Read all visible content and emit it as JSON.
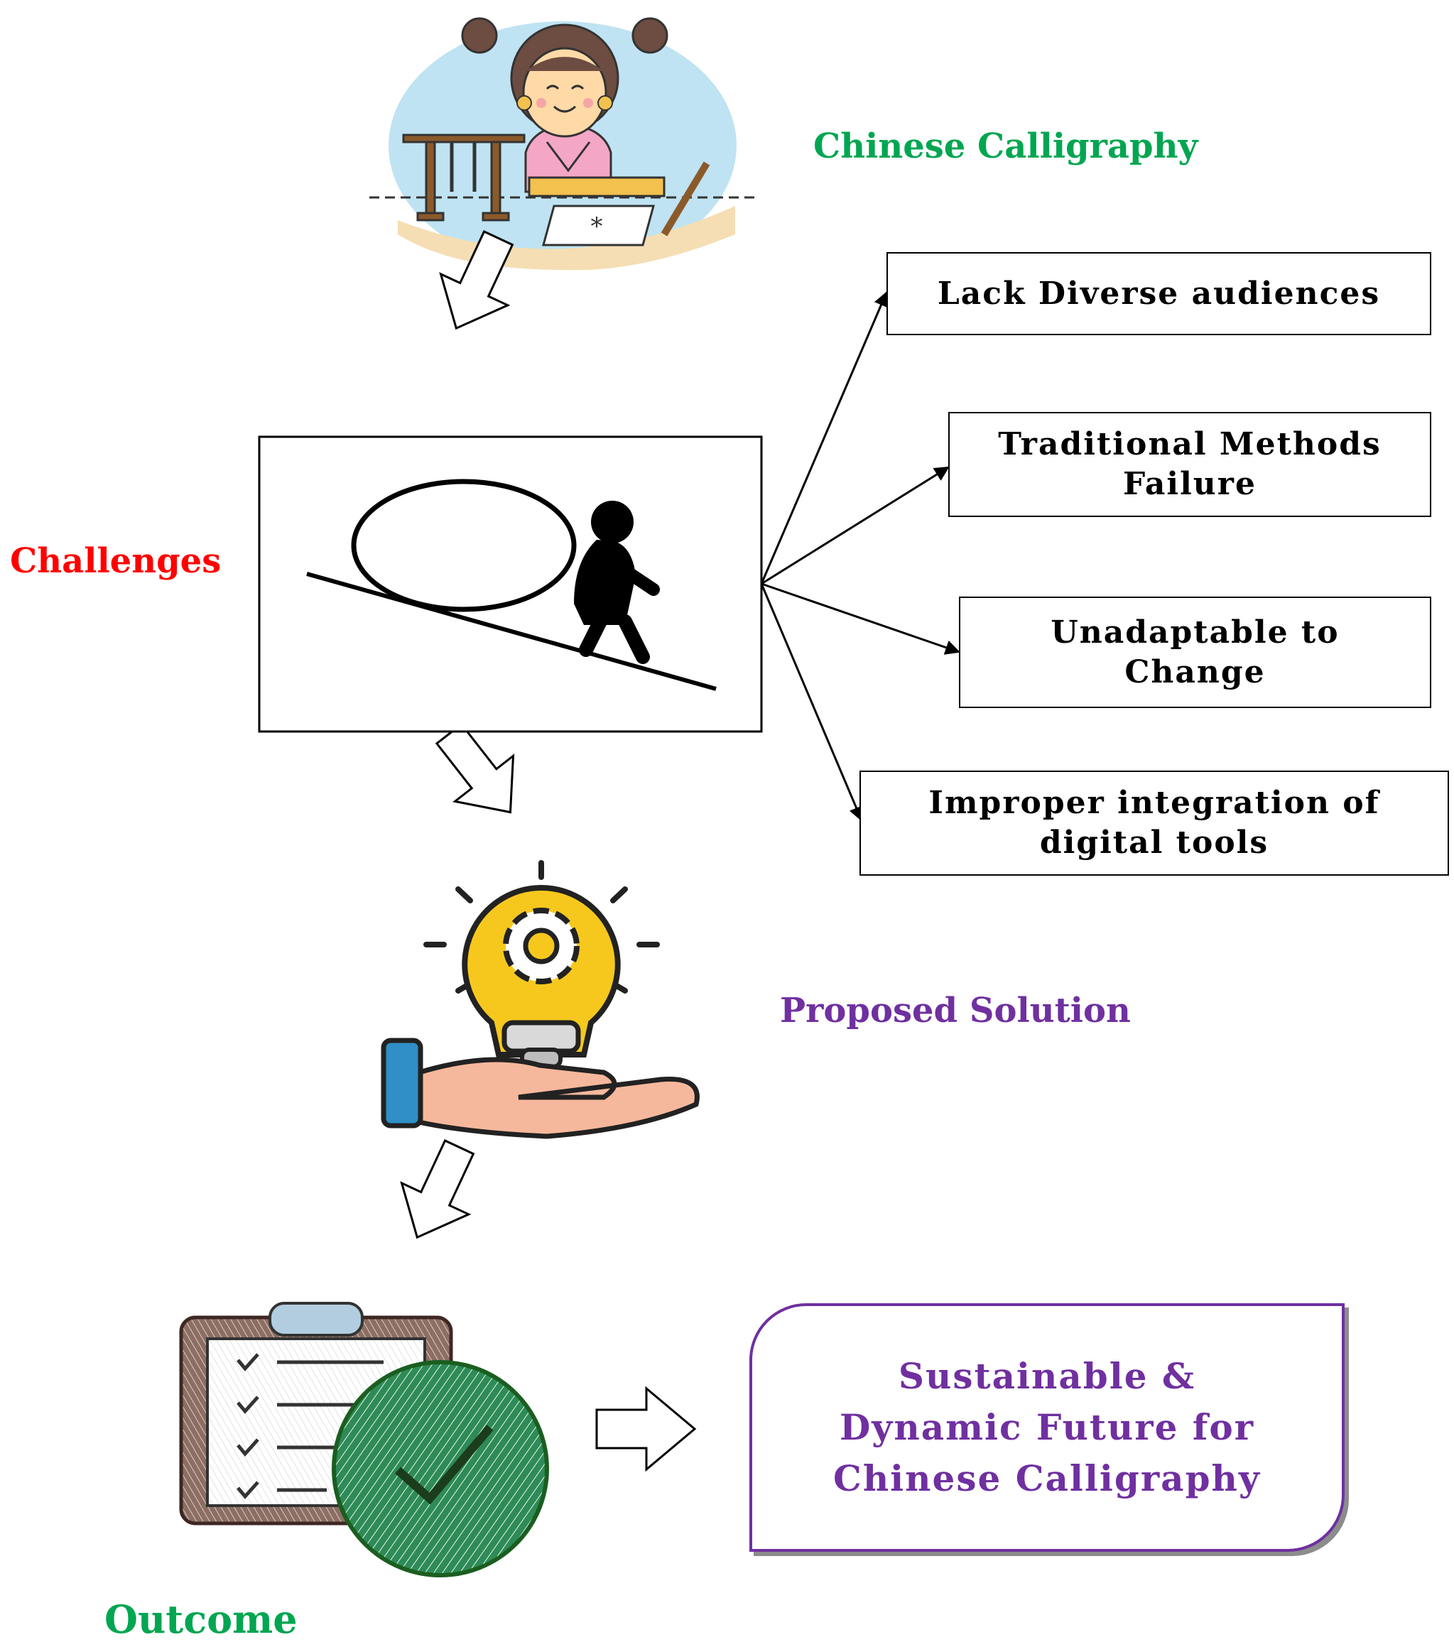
{
  "labels": {
    "chinese_calligraphy": "Chinese Calligraphy",
    "challenges": "Challenges",
    "proposed_solution": "Proposed Solution",
    "outcome": "Outcome"
  },
  "challenge_items": [
    "Lack Diverse audiences",
    "Traditional Methods\nFailure",
    "Unadaptable to\nChange",
    "Improper integration of\ndigital tools"
  ],
  "outcome_box": {
    "text": "Sustainable &\nDynamic Future for\nChinese Calligraphy"
  },
  "icons": [
    "calligrapher-girl-icon",
    "sisyphus-uphill-icon",
    "lightbulb-gear-hand-icon",
    "clipboard-checkmark-icon"
  ],
  "colors": {
    "green": "#00a651",
    "red": "#ff0000",
    "purple": "#7030a0",
    "black": "#000000"
  }
}
